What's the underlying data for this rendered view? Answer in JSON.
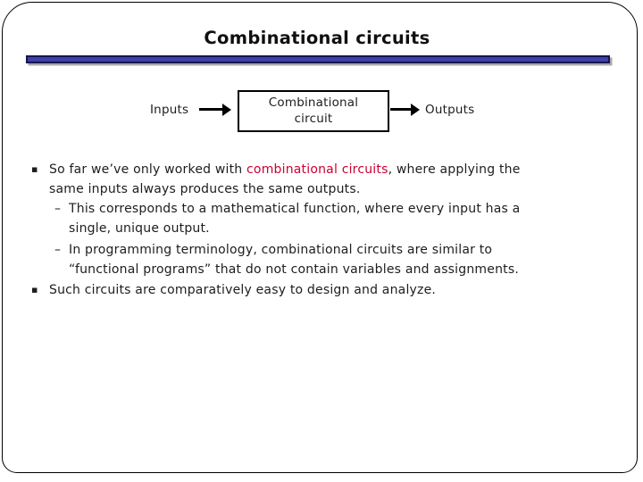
{
  "title": "Combinational circuits",
  "title_rule": {
    "fill_color": "#4040a8",
    "border_color": "#15154e"
  },
  "diagram": {
    "inputs_label": "Inputs",
    "outputs_label": "Outputs",
    "box_label_line1": "Combinational",
    "box_label_line2": "circuit"
  },
  "body": {
    "highlight_color": "#cc0033",
    "items": [
      {
        "type": "bullet",
        "marker": "▪",
        "gap": 0,
        "lines": [
          [
            {
              "t": "So far we’ve only worked with "
            },
            {
              "t": "combinational circuits",
              "c": "#cc0033"
            },
            {
              "t": ", where applying the"
            }
          ],
          [
            {
              "t": "same inputs always produces the same outputs."
            }
          ]
        ]
      },
      {
        "type": "sub",
        "marker": "–",
        "gap": 0,
        "lines": [
          [
            {
              "t": "This corresponds to a mathematical function, where every input has a"
            }
          ],
          [
            {
              "t": "single, unique output."
            }
          ]
        ]
      },
      {
        "type": "sub",
        "marker": "–",
        "gap": 2,
        "lines": [
          [
            {
              "t": "In programming terminology, combinational circuits are similar to"
            }
          ],
          [
            {
              "t": "“functional programs” that do not contain variables and assignments."
            }
          ]
        ]
      },
      {
        "type": "bullet",
        "marker": "▪",
        "gap": 1,
        "lines": [
          [
            {
              "t": "Such circuits are comparatively easy to design and analyze."
            }
          ]
        ]
      }
    ]
  }
}
